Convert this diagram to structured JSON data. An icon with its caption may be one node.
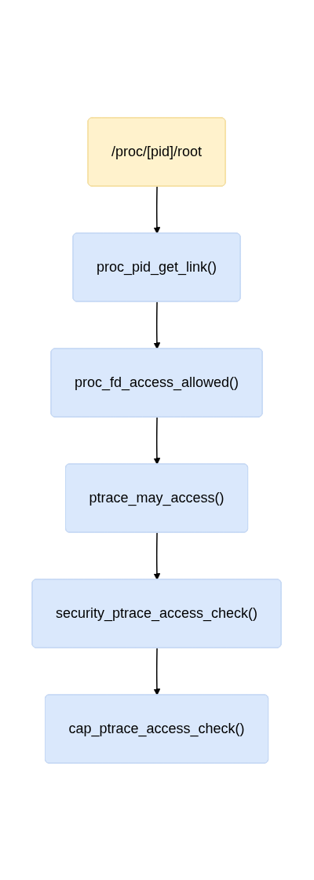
{
  "diagram": {
    "nodes": [
      {
        "text": [
          "/proc/[pid]/root"
        ]
      },
      {
        "text": [
          "proc_pid_get_link()"
        ]
      },
      {
        "text": [
          "proc_fd_access_allowed()"
        ]
      },
      {
        "text": [
          "ptrace_may_access()"
        ]
      },
      {
        "text": [
          "security_ptrace_access_check()"
        ]
      },
      {
        "text": [
          "cap_ptrace_access_check()"
        ]
      }
    ],
    "edges": [
      {
        "from": 0,
        "to": 1,
        "arrow": "to"
      },
      {
        "from": 1,
        "to": 2,
        "arrow": "to"
      },
      {
        "from": 2,
        "to": 3,
        "arrow": "to"
      },
      {
        "from": 3,
        "to": 4,
        "arrow": "to"
      },
      {
        "from": 4,
        "to": 5,
        "arrow": "to"
      }
    ]
  }
}
